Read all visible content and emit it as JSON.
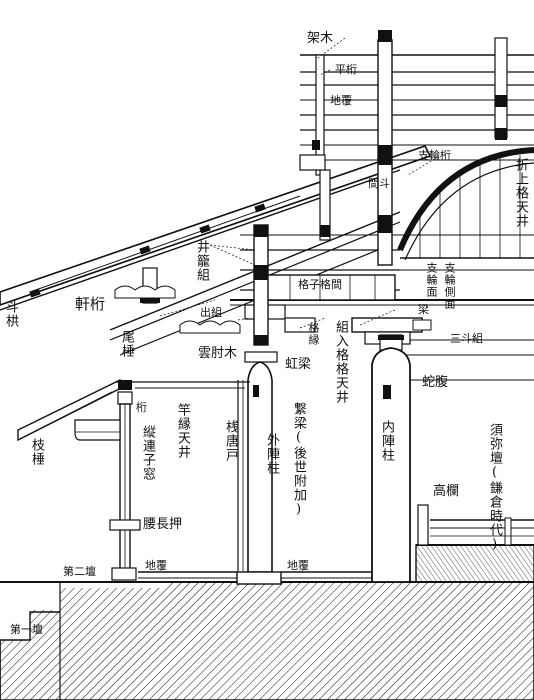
{
  "labels": {
    "kagi": "架木",
    "hirakuwa": "平桁",
    "jifuku_upper": "地覆",
    "tsunawaka": "支輪桁",
    "oritenjo": "折上格天井",
    "mabashira": "間斗",
    "ido_ukami": "井籠組",
    "nokigeta": "軒桁",
    "tokyo": "斗栱",
    "odaruki": "尾棰",
    "shiyonetsu": "支輪面",
    "tsunawa_men": "支輪側面",
    "kobanabasho": "格子格間",
    "koshi": "格縁",
    "kumitenjo": "組入格格天井",
    "hari": "梁",
    "mitesaki": "三斗組",
    "demutsu": "出組",
    "kumo_hijiki": "雲肘木",
    "hamauchi": "虹梁",
    "tsuri": "蛇腹",
    "edarui": "枝棰",
    "hashi": "桁",
    "sashikomi": "竿縁天井",
    "renjimado": "縦連子窓",
    "hakido": "桟唐戸",
    "gejinbashira": "外陣柱",
    "tsunagibari": "繋梁(後世附加)",
    "naijinbashira": "内陣柱",
    "shumidan": "須弥壇(鎌倉時代)",
    "koran": "高欄",
    "koshinageshi": "腰長押",
    "jifuku_lower_left": "地覆",
    "jifuku_lower_mid": "地覆",
    "ninodan": "第二壇",
    "ichinodan": "第一壇"
  }
}
